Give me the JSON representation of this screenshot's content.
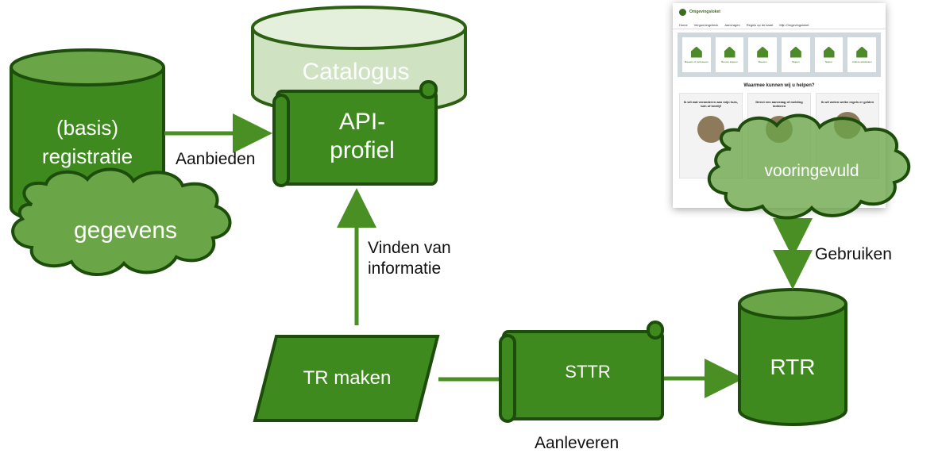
{
  "nodes": {
    "basis_registratie": {
      "line1": "(basis)",
      "line2": "registratie"
    },
    "gegevens": "gegevens",
    "catalogus": "Catalogus",
    "api_profiel": {
      "line1": "API-",
      "line2": "profiel"
    },
    "tr_maken": "TR maken",
    "sttr": "STTR",
    "rtr": "RTR",
    "vooringevuld": "vooringevuld"
  },
  "connectors": {
    "aanbieden": "Aanbieden",
    "vinden_line1": "Vinden van",
    "vinden_line2": "informatie",
    "gebruiken": "Gebruiken",
    "aanleveren": "Aanleveren"
  },
  "screenshot": {
    "logo": "Omgevingsloket",
    "nav": [
      "Home",
      "Vergunningcheck",
      "Aanvragen",
      "Regels op de kaart",
      "Mijn Omgevingsloket"
    ],
    "tiles": [
      "Bouwen of verbouwen",
      "Bomen kappen",
      "Bouwen",
      "Slopen",
      "Natuur",
      "Andere activiteiten"
    ],
    "heading": "Waarmee kunnen wij u helpen?",
    "cards": [
      "Ik wil wat veranderen aan mijn huis, tuin of bedrijf",
      "Direct een aanvraag of melding indienen",
      "Ik wil weten welke regels er gelden"
    ]
  },
  "colors": {
    "green_fill": "#3f8a1f",
    "green_dark": "#1c4d0a",
    "green_light": "#cfe3c3",
    "green_cloud": "#6aa548"
  }
}
